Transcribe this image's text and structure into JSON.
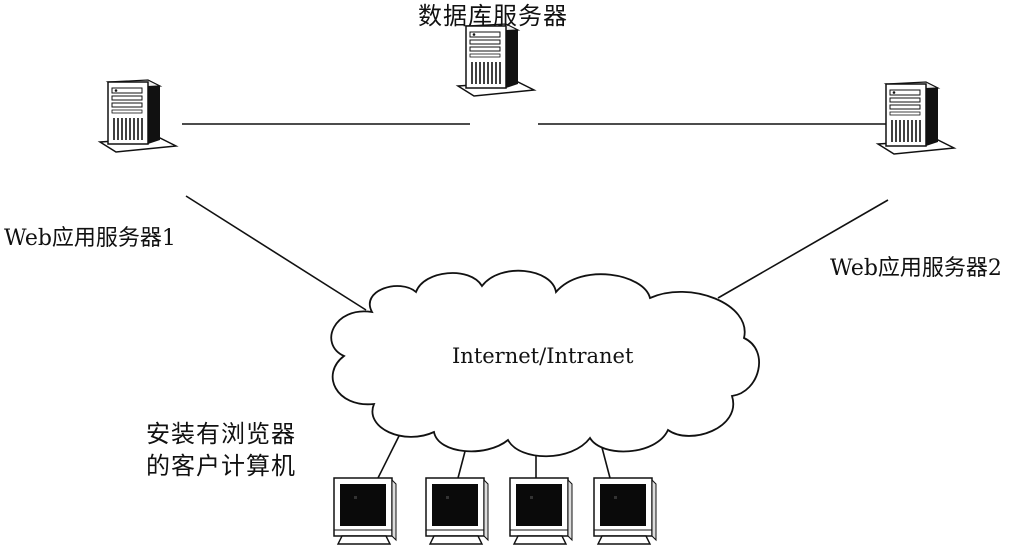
{
  "nodes": {
    "db_server": {
      "label": "数据库服务器",
      "icon": "server-tower-icon"
    },
    "web_server_1": {
      "label": "Web应用服务器1",
      "icon": "server-tower-icon"
    },
    "web_server_2": {
      "label": "Web应用服务器2",
      "icon": "server-tower-icon"
    },
    "network": {
      "label": "Internet/Intranet",
      "icon": "cloud-icon"
    },
    "clients": {
      "label_line1": "安装有浏览器",
      "label_line2": "的客户计算机",
      "icon": "monitor-icon",
      "count": 4
    }
  },
  "colors": {
    "ink": "#111111",
    "paper": "#ffffff",
    "screen": "#0a0a0a"
  }
}
